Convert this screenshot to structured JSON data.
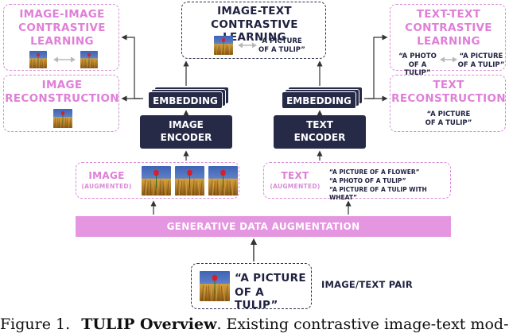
{
  "top_left": {
    "title_line1": "IMAGE-IMAGE",
    "title_line2": "CONTRASTIVE",
    "title_line3": "LEARNING"
  },
  "top_center": {
    "title_line1": "IMAGE-TEXT",
    "title_line2": "CONTRASTIVE LEARNING",
    "quote_line1": "“A PICTURE",
    "quote_line2": "OF A TULIP”"
  },
  "top_right": {
    "title_line1": "TEXT-TEXT",
    "title_line2": "CONTRASTIVE",
    "title_line3": "LEARNING",
    "left_line1": "“A PHOTO",
    "left_line2": "OF A TULIP”",
    "right_line1": "“A PICTURE",
    "right_line2": "OF A TULIP”"
  },
  "mid_left": {
    "title_line1": "IMAGE",
    "title_line2": "RECONSTRUCTION"
  },
  "mid_right": {
    "title_line1": "TEXT",
    "title_line2": "RECONSTRUCTION",
    "line1": "“A PICTURE",
    "line2": "OF A TULIP”"
  },
  "embedding_left": "EMBEDDING",
  "embedding_right": "EMBEDDING",
  "image_encoder": {
    "line1": "IMAGE",
    "line2": "ENCODER"
  },
  "text_encoder": {
    "line1": "TEXT",
    "line2": "ENCODER"
  },
  "image_aug": {
    "label": "IMAGE",
    "sub": "(AUGMENTED)"
  },
  "text_aug": {
    "label": "TEXT",
    "sub": "(AUGMENTED)",
    "items": [
      "“A PICTURE OF A FLOWER”",
      "“A PHOTO OF A TULIP”",
      "“A PICTURE OF A TULIP WITH WHEAT”"
    ]
  },
  "gen_aug": "GENERATIVE DATA AUGMENTATION",
  "pair": {
    "quote_line1": "“A PICTURE",
    "quote_line2": "OF A TULIP”",
    "label": "IMAGE/TEXT PAIR"
  },
  "caption": {
    "fig": "Figure 1.",
    "title": "TULIP Overview",
    "rest": ". Existing contrastive image-text mod-"
  },
  "colors": {
    "pink": "#d98bd6",
    "navy": "#262a47",
    "aug_bar": "#e596e0"
  }
}
